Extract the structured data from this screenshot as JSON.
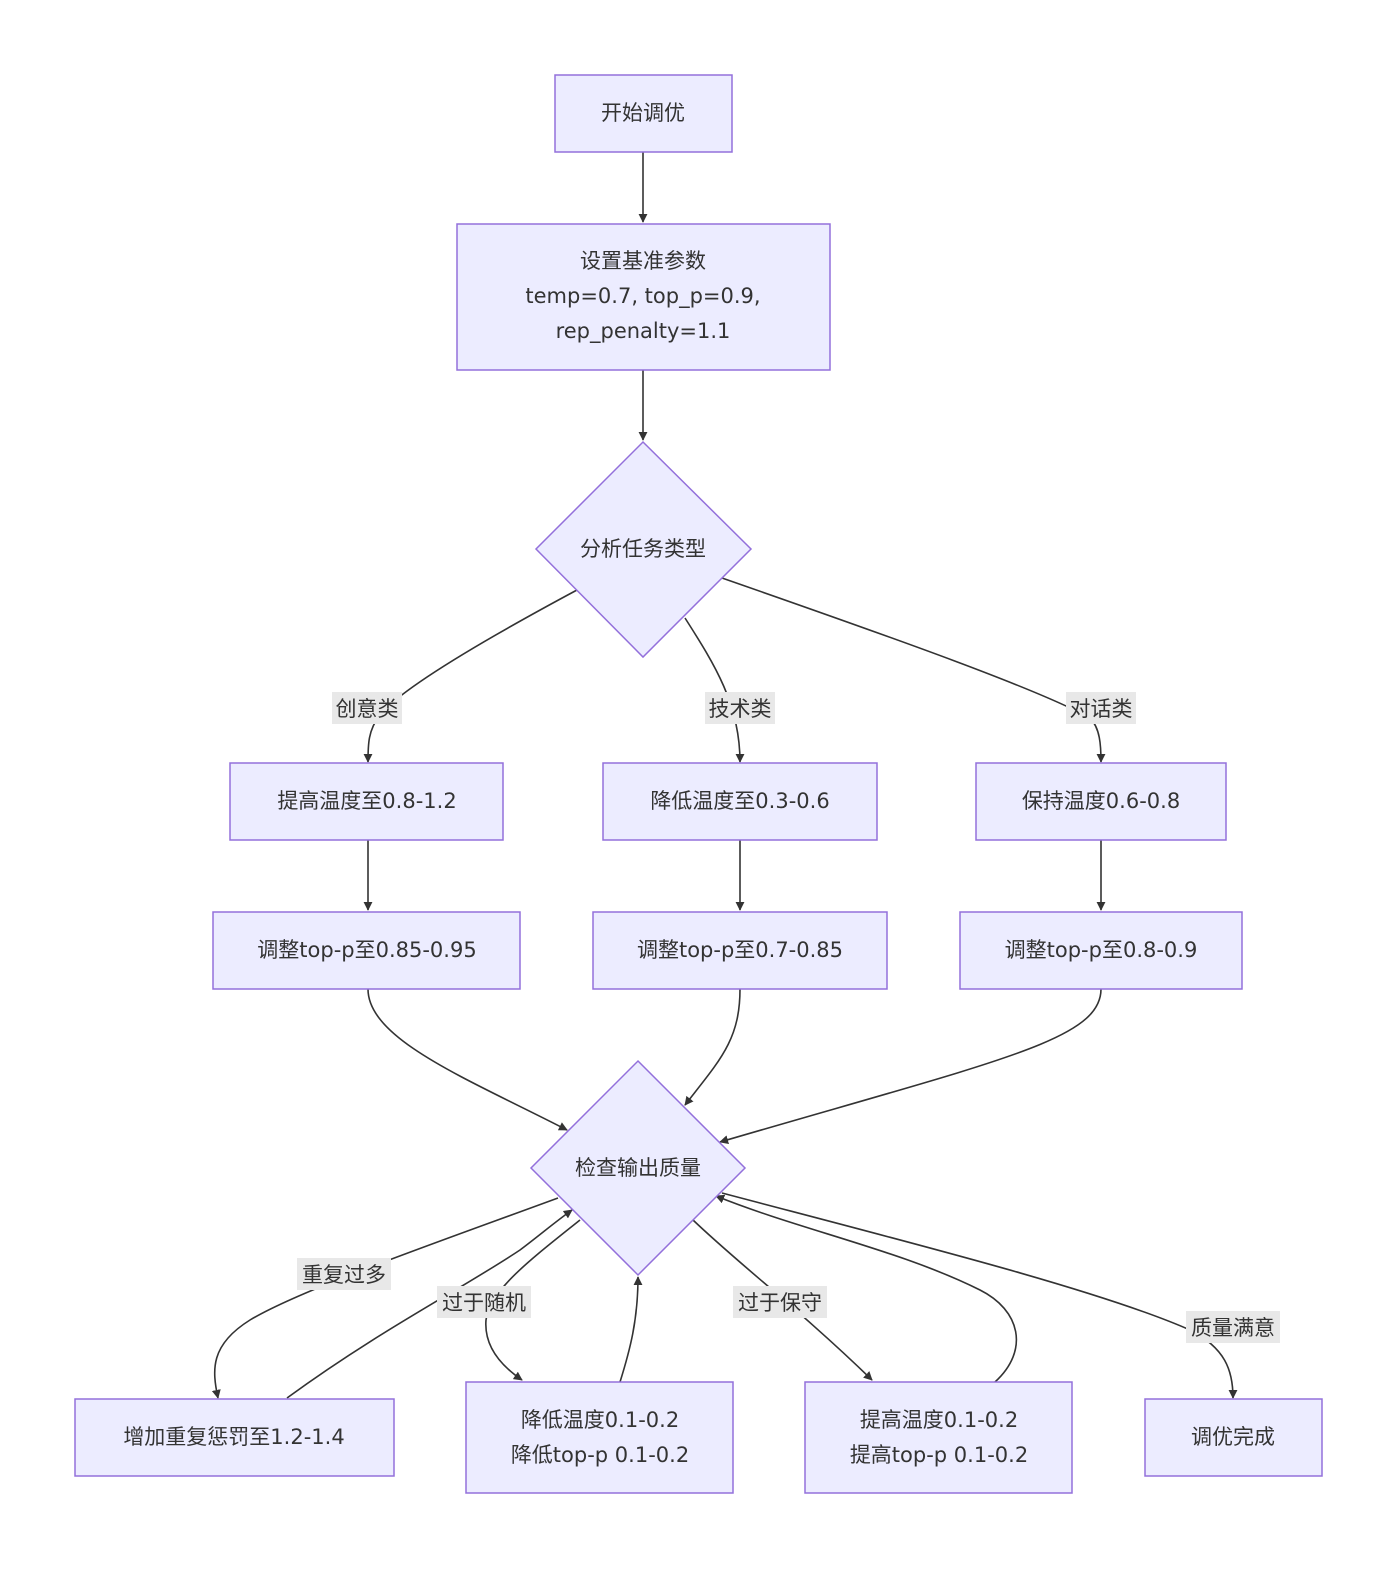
{
  "nodes": {
    "start": {
      "label": "开始调优"
    },
    "baseline": {
      "lines": [
        "设置基准参数",
        "temp=0.7, top_p=0.9,",
        "rep_penalty=1.1"
      ]
    },
    "analyze": {
      "label": "分析任务类型"
    },
    "creative_temp": {
      "label": "提高温度至0.8-1.2"
    },
    "creative_topp": {
      "label": "调整top-p至0.85-0.95"
    },
    "tech_temp": {
      "label": "降低温度至0.3-0.6"
    },
    "tech_topp": {
      "label": "调整top-p至0.7-0.85"
    },
    "chat_temp": {
      "label": "保持温度0.6-0.8"
    },
    "chat_topp": {
      "label": "调整top-p至0.8-0.9"
    },
    "check": {
      "label": "检查输出质量"
    },
    "fix_repeat": {
      "label": "增加重复惩罚至1.2-1.4"
    },
    "fix_random": {
      "lines": [
        "降低温度0.1-0.2",
        "降低top-p 0.1-0.2"
      ]
    },
    "fix_conservative": {
      "lines": [
        "提高温度0.1-0.2",
        "提高top-p 0.1-0.2"
      ]
    },
    "done": {
      "label": "调优完成"
    }
  },
  "edge_labels": {
    "creative": "创意类",
    "technical": "技术类",
    "dialogue": "对话类",
    "too_repetitive": "重复过多",
    "too_random": "过于随机",
    "too_conservative": "过于保守",
    "satisfied": "质量满意"
  },
  "colors": {
    "node_fill": "#ececff",
    "node_stroke": "#9370db",
    "edge": "#333333",
    "label_bg": "#e8e8e8",
    "text": "#333333"
  }
}
